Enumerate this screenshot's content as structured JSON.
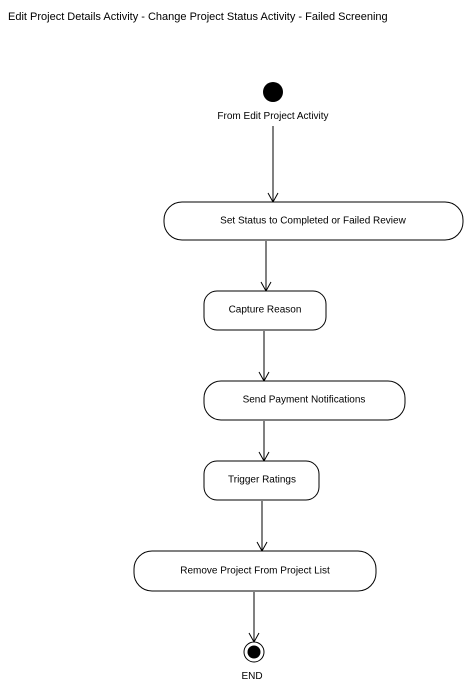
{
  "title": "Edit Project Details Activity - Change Project Status Activity - Failed Screening",
  "start": {
    "label": "From Edit Project Activity"
  },
  "actions": [
    "Set Status to Completed or Failed Review",
    "Capture Reason",
    "Send Payment Notifications",
    "Trigger Ratings",
    "Remove Project From Project List"
  ],
  "end": {
    "label": "END"
  },
  "colors": {
    "stroke": "#000000",
    "fill": "#ffffff",
    "node": "#000000"
  }
}
